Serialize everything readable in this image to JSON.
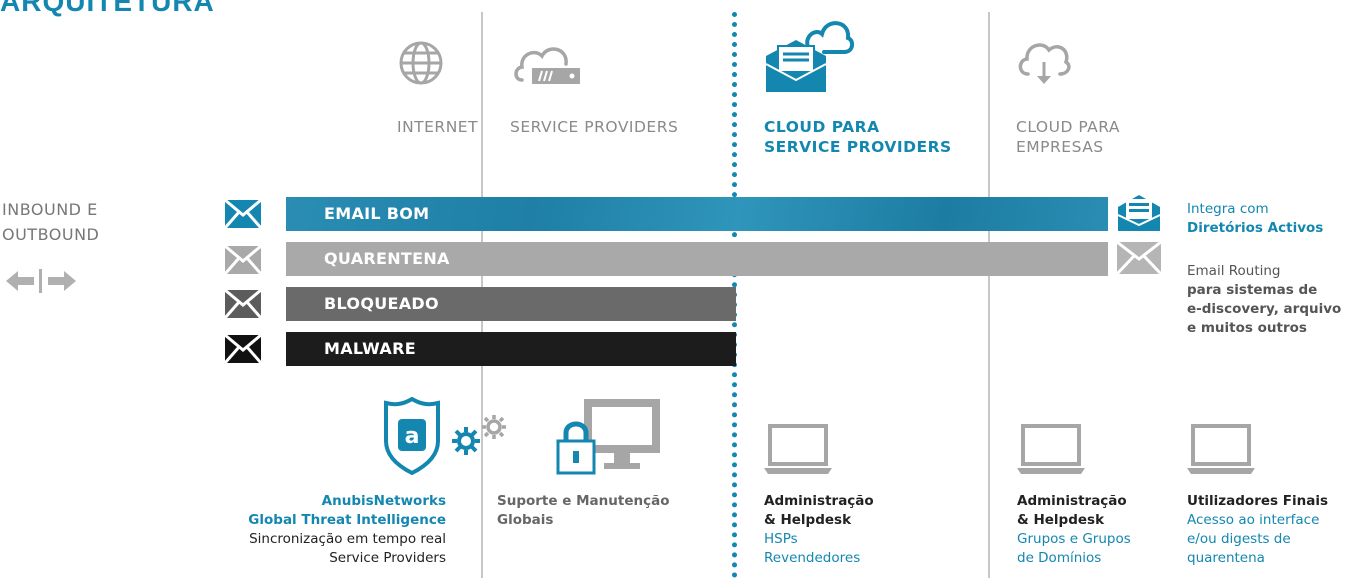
{
  "title": "ARQUITETURA",
  "zones": {
    "internet": "INTERNET",
    "service_providers": "SERVICE PROVIDERS",
    "cloud_sp_line1": "CLOUD PARA",
    "cloud_sp_line2": "SERVICE PROVIDERS",
    "cloud_emp_line1": "CLOUD PARA",
    "cloud_emp_line2": "EMPRESAS"
  },
  "side": {
    "line1": "INBOUND E",
    "line2": "OUTBOUND"
  },
  "bars": [
    {
      "label": "EMAIL BOM",
      "color": "#2a8db3"
    },
    {
      "label": "QUARENTENA",
      "color": "#a9a9a9"
    },
    {
      "label": "BLOQUEADO",
      "color": "#6a6a6a"
    },
    {
      "label": "MALWARE",
      "color": "#1c1c1c"
    }
  ],
  "right": {
    "integra_line1": "Integra com",
    "integra_line2": "Diretórios Activos",
    "routing_line1": "Email Routing",
    "routing_line2": "para sistemas de",
    "routing_line3": "e-discovery, arquivo",
    "routing_line4": "e muitos outros"
  },
  "bottom": {
    "anubis_line1": "AnubisNetworks",
    "anubis_line2": "Global Threat Intelligence",
    "anubis_line3": "Sincronização em tempo real",
    "anubis_line4": "Service Providers",
    "suporte_line1": "Suporte e Manutenção",
    "suporte_line2": "Globais",
    "admin1_line1": "Administração",
    "admin1_line2": "& Helpdesk",
    "admin1_line3": "HSPs",
    "admin1_line4": "Revendedores",
    "admin2_line1": "Administração",
    "admin2_line2": "& Helpdesk",
    "admin2_line3": "Grupos e Grupos",
    "admin2_line4": "de Domínios",
    "users_line1": "Utilizadores Finais",
    "users_line2": "Acesso ao interface",
    "users_line3": "e/ou digests de",
    "users_line4": "quarentena"
  },
  "colors": {
    "accent": "#1487b1",
    "divider": "#c7c7c7",
    "icon_gray": "#a6a6a6"
  }
}
